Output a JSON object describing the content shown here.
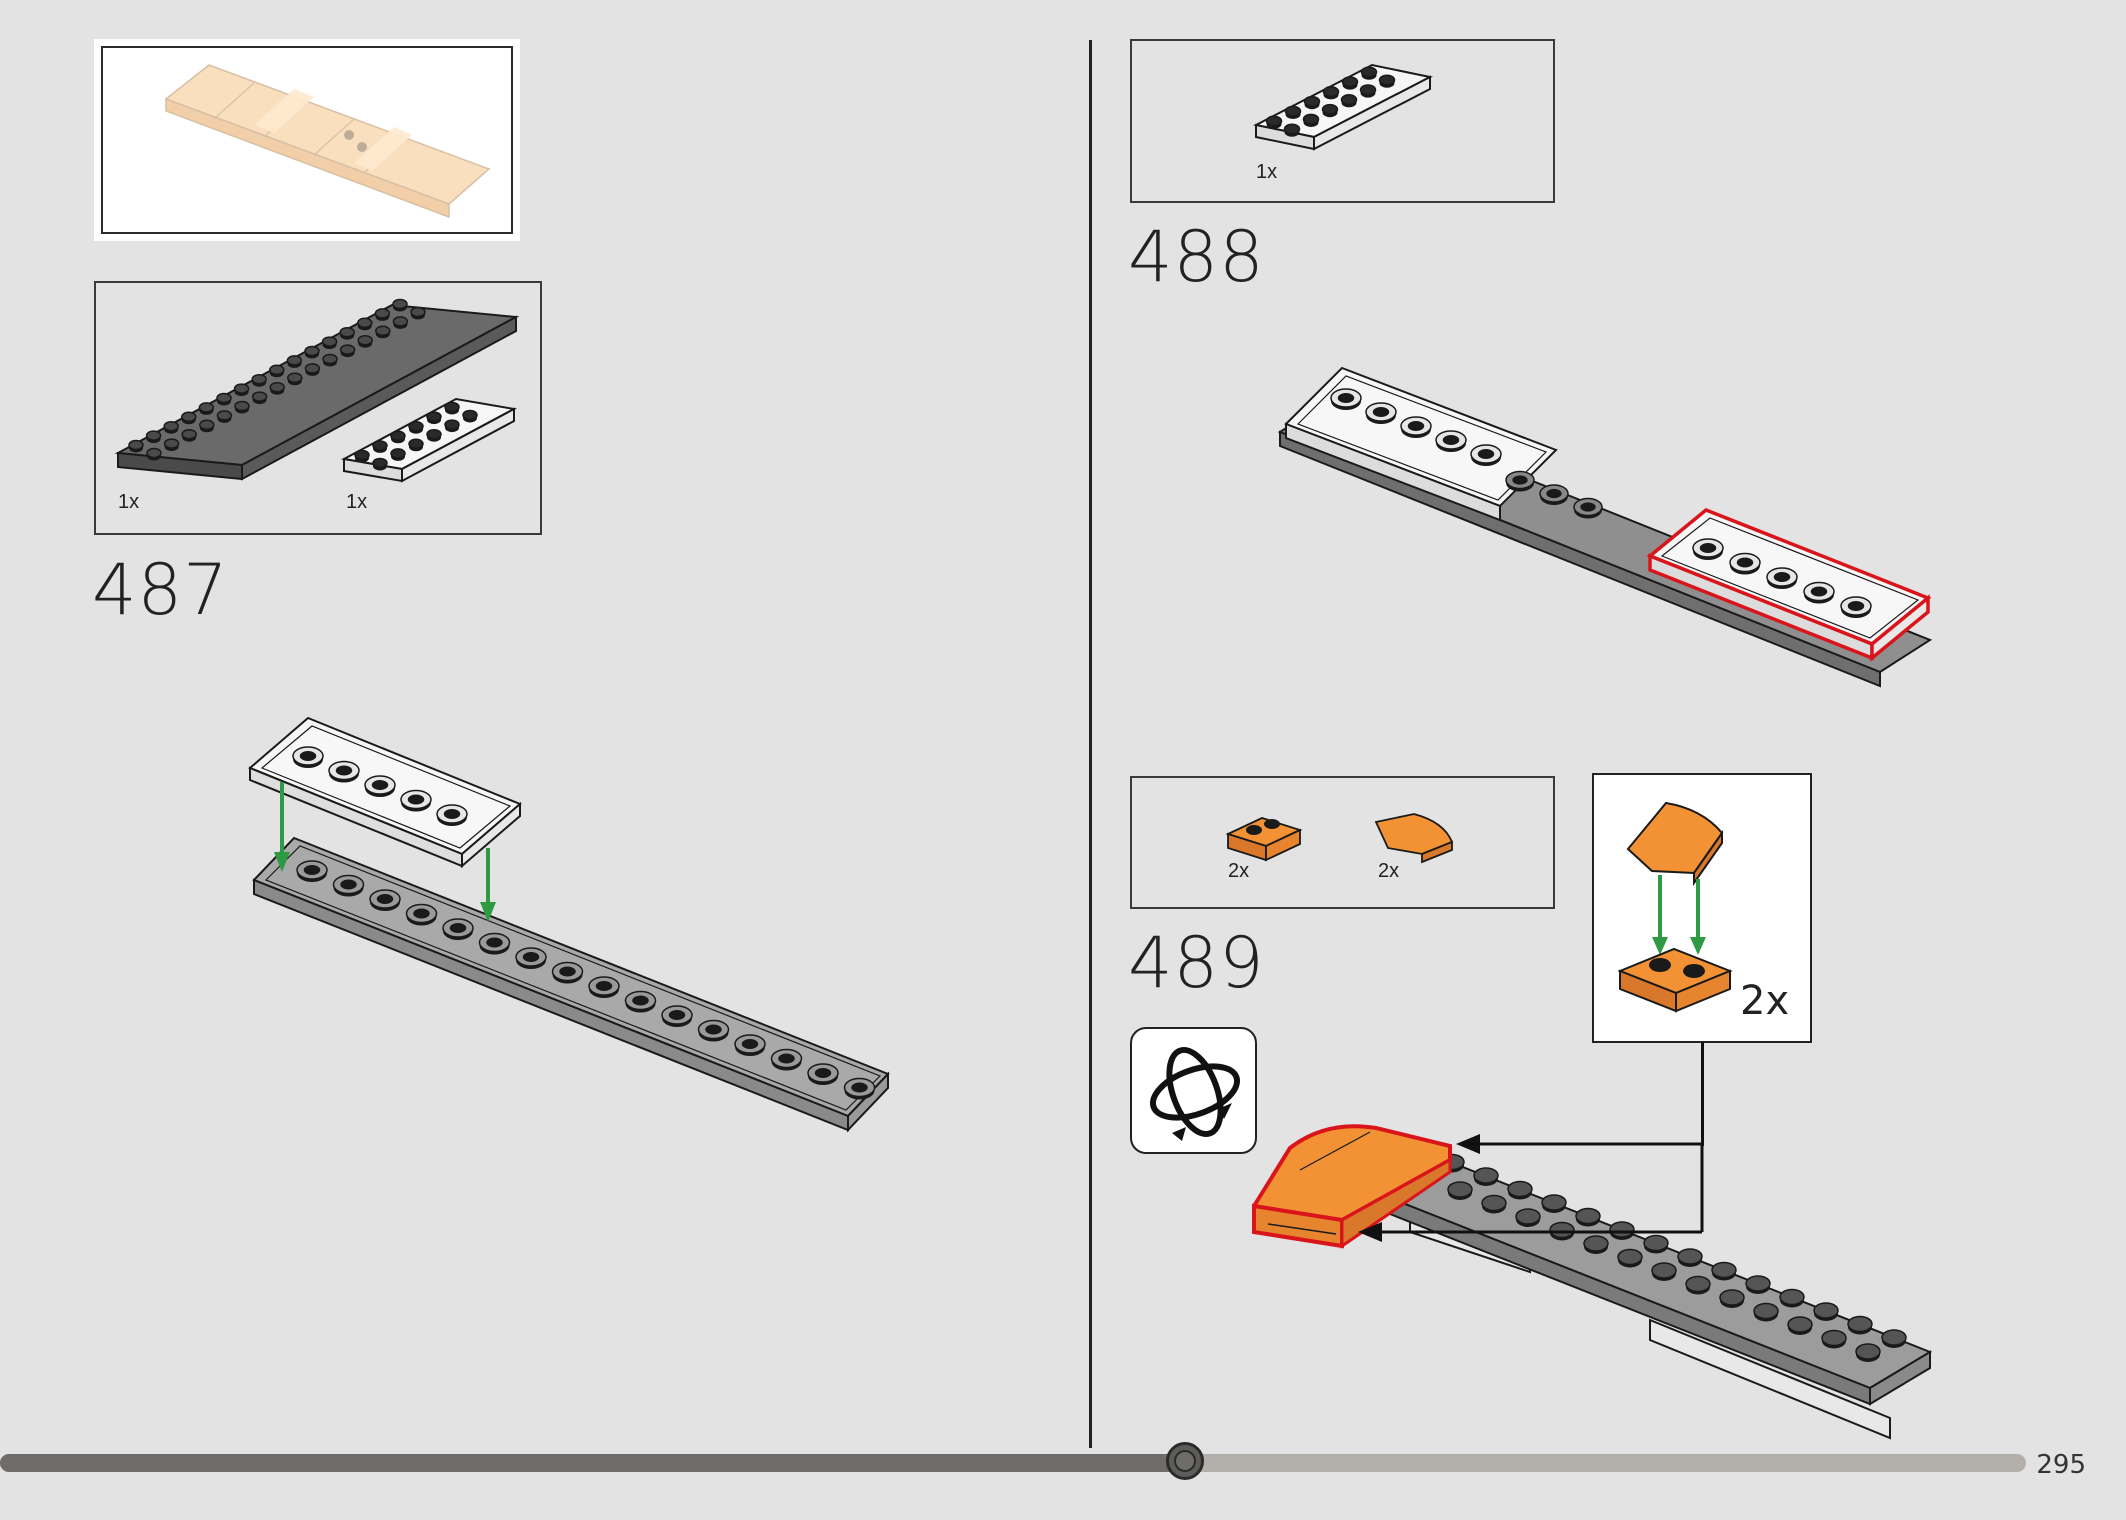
{
  "page": {
    "number": "295",
    "progress_fraction": 0.585
  },
  "steps": [
    {
      "number": "487",
      "parts": [
        {
          "qty": "1x"
        },
        {
          "qty": "1x"
        }
      ]
    },
    {
      "number": "488",
      "parts": [
        {
          "qty": "1x"
        }
      ]
    },
    {
      "number": "489",
      "parts": [
        {
          "qty": "2x"
        },
        {
          "qty": "2x"
        }
      ],
      "submodel_multiplier": "2x"
    }
  ],
  "colors": {
    "background": "#e3e3e3",
    "highlight": "#d9151b",
    "arrow_green": "#2e9a44",
    "orange": "#f39234",
    "dark_grey": "#5b5b5b",
    "light_grey": "#a6a6a6"
  },
  "icons": [
    "rotate-model-icon"
  ]
}
